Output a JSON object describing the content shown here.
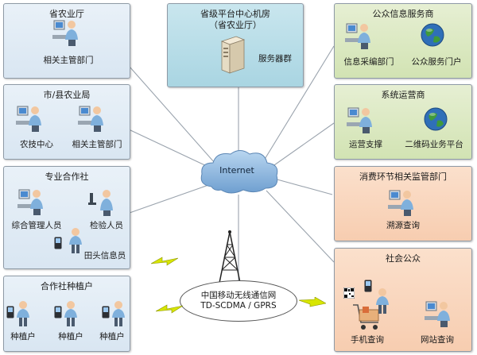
{
  "center": {
    "title_line1": "省级平台中心机房",
    "title_line2": "（省农业厅）",
    "server_label": "服务器群"
  },
  "cloud_label": "Internet",
  "network": {
    "line1": "中国移动无线通信网",
    "line2": "TD-SCDMA / GPRS"
  },
  "left_boxes": {
    "provincial": {
      "title": "省农业厅",
      "items": [
        "相关主管部门"
      ]
    },
    "city": {
      "title": "市/县农业局",
      "items": [
        "农技中心",
        "相关主管部门"
      ]
    },
    "coop": {
      "title": "专业合作社",
      "items": [
        "综合管理人员",
        "检验人员",
        "田头信息员"
      ]
    },
    "growers": {
      "title": "合作社种植户",
      "items": [
        "种植户",
        "种植户",
        "种植户"
      ]
    }
  },
  "right_boxes": {
    "public_info": {
      "title": "公众信息服务商",
      "items": [
        "信息采编部门",
        "公众服务门户"
      ]
    },
    "operator": {
      "title": "系统运营商",
      "items": [
        "运营支撑",
        "二维码业务平台"
      ]
    },
    "regulator": {
      "title": "消费环节相关监管部门",
      "items": [
        "溯源查询"
      ]
    },
    "public": {
      "title": "社会公众",
      "items": [
        "手机查询",
        "网站查询"
      ]
    }
  },
  "icons": {
    "person_at_computer": "person-at-computer-icon",
    "person": "person-icon",
    "server": "server-icon",
    "globe": "globe-icon",
    "phone": "mobile-phone-icon",
    "tower": "radio-tower-icon",
    "cloud": "cloud-icon",
    "bolt": "wireless-signal-icon"
  },
  "colors": {
    "blue_box": "#dfeaf4",
    "teal_box": "#b5dbe6",
    "green_box": "#d9e8bf",
    "orange_box": "#f9d6bd",
    "person_shirt": "#7fb0dc",
    "person_skin": "#f2c7a0",
    "globe_land": "#3f9a3c",
    "globe_sea": "#2f6fb8",
    "bolt": "#d8e600"
  }
}
